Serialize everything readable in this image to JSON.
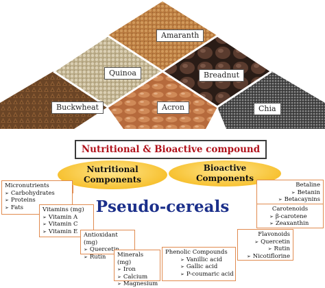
{
  "grains": [
    {
      "name": "Amaranth"
    },
    {
      "name": "Quinoa"
    },
    {
      "name": "Breadnut"
    },
    {
      "name": "Buckwheat"
    },
    {
      "name": "Acron"
    },
    {
      "name": "Chia"
    }
  ],
  "title": "Nutritional & Bioactive compound",
  "nutritional": {
    "label_line1": "Nutritional",
    "label_line2": "Components"
  },
  "bioactive": {
    "label_line1": "Bioactive",
    "label_line2": "Components"
  },
  "center": "Pseudo-cereals",
  "left_boxes": [
    {
      "title": "Micronutrients",
      "items": [
        "Carbohydrates",
        "Proteins",
        "Fats"
      ]
    },
    {
      "title": "Vitamins (mg)",
      "items": [
        "Vitamin A",
        "Vitamin C",
        "Vitamin E"
      ]
    },
    {
      "title": "Antioxidant (mg)",
      "items": [
        "Quercetin",
        "Rutin"
      ]
    },
    {
      "title": "Minerals (mg)",
      "items": [
        "Iron",
        "Calcium",
        "Magnesium"
      ]
    },
    {
      "title": "Phenolic Compounds",
      "items": [
        "Vanillic acid",
        "Gallic acid",
        "P-coumaric acid"
      ]
    }
  ],
  "right_boxes": [
    {
      "title": "Betaline",
      "items": [
        "Betanin",
        "Betacaynins"
      ]
    },
    {
      "title": "Carotenoids",
      "items": [
        "β-carotene",
        "Zeaxanthin"
      ]
    },
    {
      "title": "Flavonoids",
      "items": [
        "Quercetin",
        "Rutin",
        "Nicotiflorine"
      ]
    }
  ],
  "colors": {
    "title_text": "#b0121b",
    "center_text": "#1b2f8a",
    "oval_fill": "#f7c233",
    "box_border": "#e08a4e"
  }
}
